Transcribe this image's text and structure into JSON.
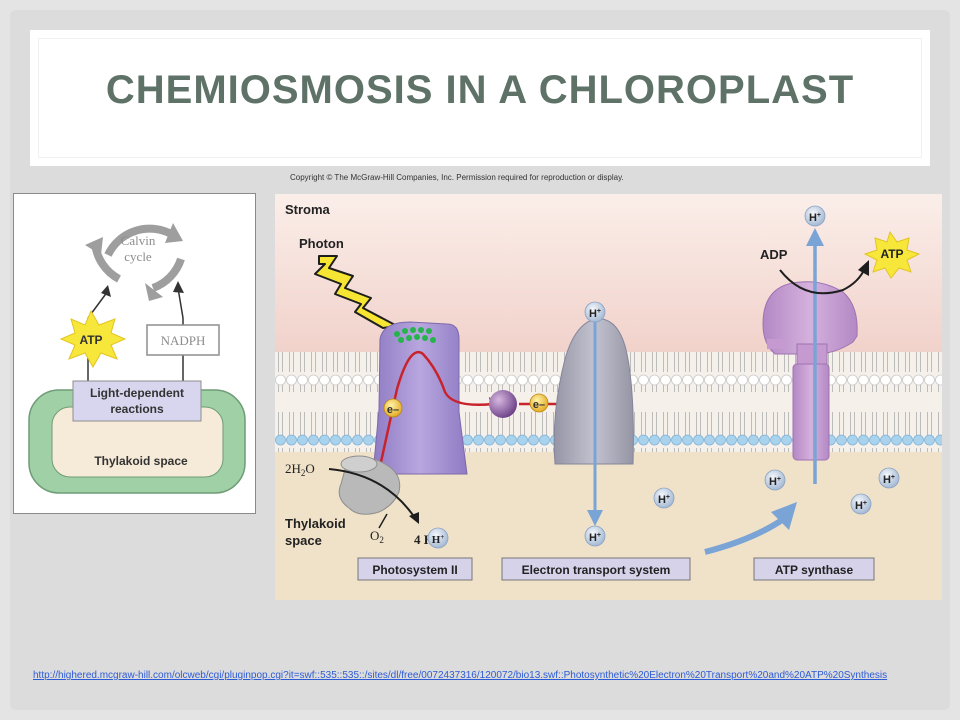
{
  "title": "CHEMIOSMOSIS IN A CHLOROPLAST",
  "copyright": "Copyright © The McGraw-Hill Companies, Inc. Permission required for reproduction or display.",
  "url": "http://highered.mcgraw-hill.com/olcweb/cgi/pluginpop.cgi?it=swf::535::535::/sites/dl/free/0072437316/120072/bio13.swf::Photosynthetic%20Electron%20Transport%20and%20ATP%20Synthesis",
  "inset": {
    "calvin": "Calvin cycle",
    "atp": "ATP",
    "nadph": "NADPH",
    "light_dependent": "Light-dependent reactions",
    "thylakoid_space": "Thylakoid space"
  },
  "diagram": {
    "stroma": "Stroma",
    "photon": "Photon",
    "hplus": "H+",
    "adp": "ADP",
    "atp": "ATP",
    "electron": "e–",
    "water": "2H2O",
    "oxygen": "O2",
    "four_h": "4 H+",
    "thylakoid_space": "Thylakoid space",
    "photosystem": "Photosystem II",
    "ets": "Electron transport system",
    "atp_synthase": "ATP synthase"
  },
  "colors": {
    "title": "#5f7268",
    "stroma_bg": "#f5dcd6",
    "lumen_bg": "#efe1c8",
    "photosystem": "#a58fd0",
    "ets_protein": "#a9a9b7",
    "atp_synthase": "#c59ad0",
    "proton_arrow": "#7aa3d6",
    "electron_path": "#c8232c",
    "thylakoid_green": "#9fd0a6"
  }
}
